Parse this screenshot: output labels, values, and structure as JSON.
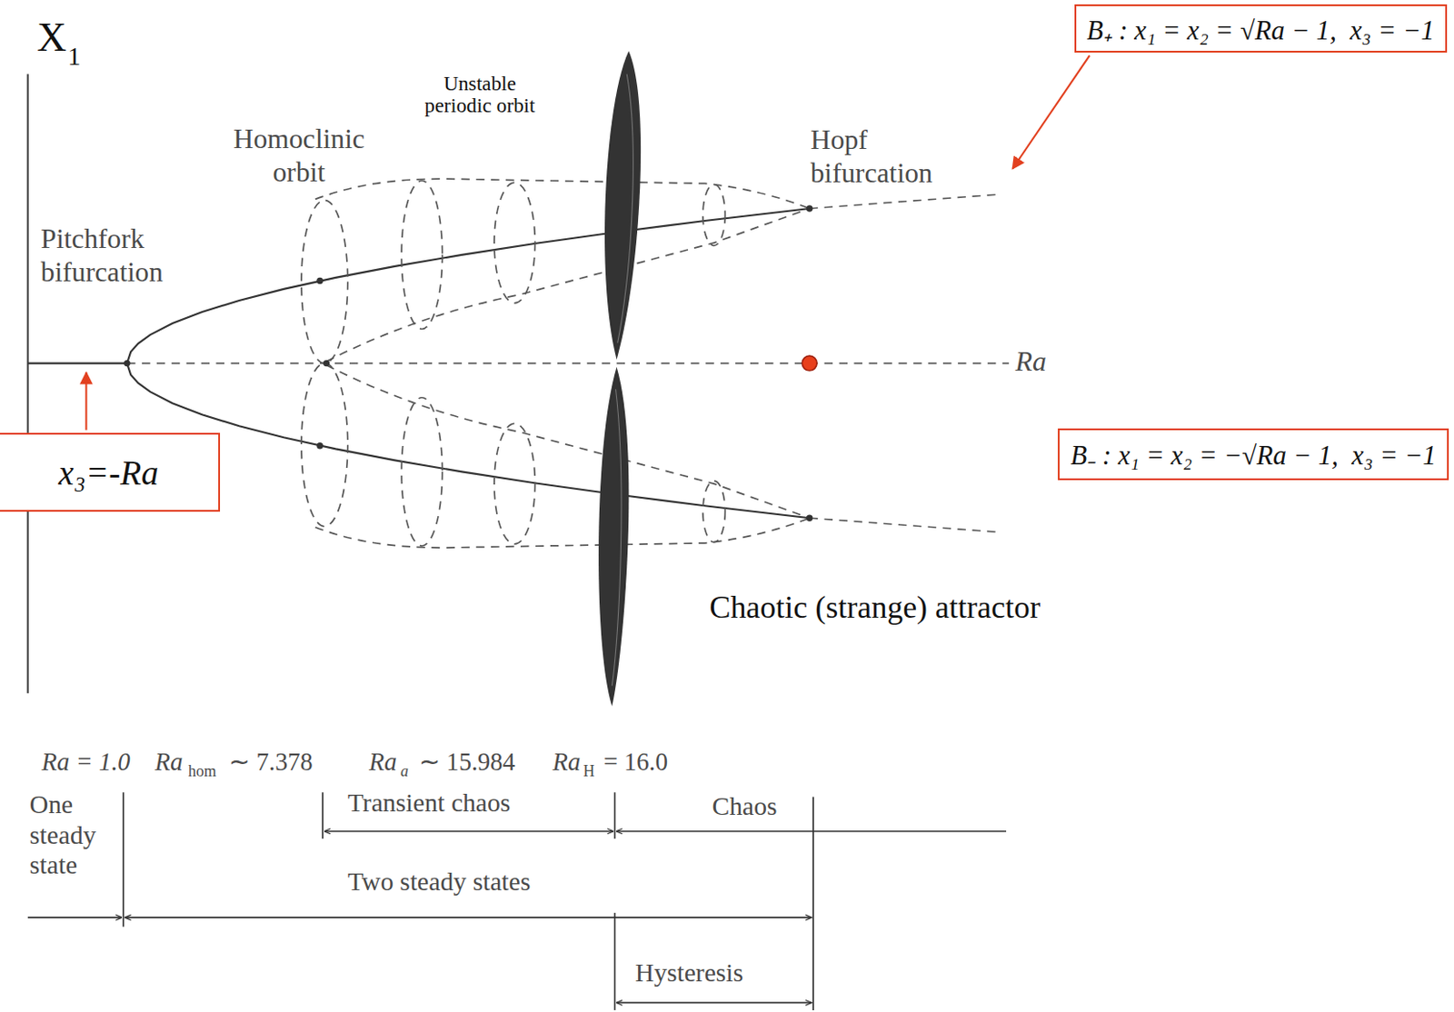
{
  "diagram": {
    "nodes": [
      {
        "text": [
          "B₊ : x₁ = x₂ = √Ra − 1,  x₃ = −1"
        ]
      },
      {
        "text": [
          "x₃=-Ra"
        ]
      },
      {
        "text": [
          "B₋ : x₁ = x₂ = −√Ra − 1,  x₃ = −1"
        ]
      }
    ],
    "labels": [
      "X",
      "1",
      "Homoclinic orbit",
      "Unstable periodic orbit",
      "Hopf bifurcation",
      "Pitchfork bifurcation",
      "Ra",
      "Chaotic (strange) attractor",
      "Ra = 1.0",
      "Ra",
      "hom",
      "∼ 7.378",
      "Ra",
      "a",
      "∼ 15.984",
      "Ra",
      "H",
      "= 16.0",
      "One steady state",
      "Transient chaos",
      "Chaos",
      "Two steady states",
      "Hysteresis"
    ]
  }
}
